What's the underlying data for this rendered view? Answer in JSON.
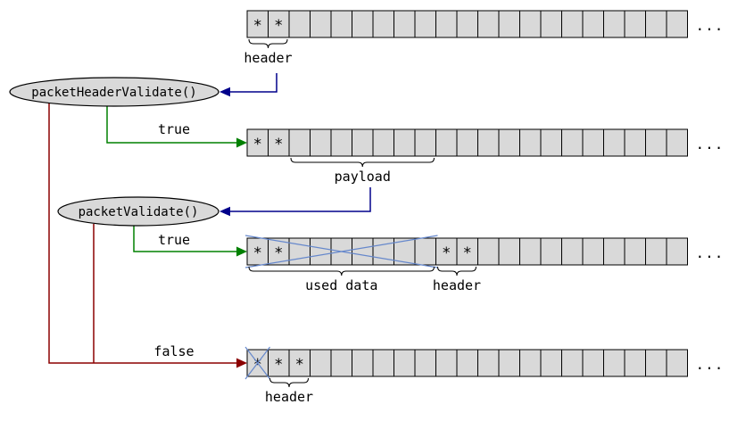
{
  "star_symbol": "*",
  "colors": {
    "background": "#ffffff",
    "cell_fill": "#d9d9d9",
    "cell_border": "#000000",
    "node_fill": "#d9d9d9",
    "node_border": "#000000",
    "true_green": "#008000",
    "false_red": "#8b0000",
    "callout_navy": "#00008b",
    "cross_blue": "#6688cc",
    "text": "#000000"
  },
  "nodes": {
    "packet_header_validate": {
      "label": "packetHeaderValidate()"
    },
    "packet_validate": {
      "label": "packetValidate()"
    }
  },
  "edges": {
    "header_validate_true": {
      "label": "true"
    },
    "packet_validate_true": {
      "label": "true"
    },
    "validate_false": {
      "label": "false"
    }
  },
  "rows": [
    {
      "id": "buffer-row-1",
      "cell_count": 21,
      "star_cells": [
        0,
        1
      ],
      "ellipsis": "...",
      "braces": [
        {
          "from": 0,
          "to": 1,
          "label": "header"
        }
      ],
      "crosses": []
    },
    {
      "id": "buffer-row-2",
      "cell_count": 21,
      "star_cells": [
        0,
        1
      ],
      "ellipsis": "...",
      "braces": [
        {
          "from": 2,
          "to": 8,
          "label": "payload"
        }
      ],
      "crosses": []
    },
    {
      "id": "buffer-row-3",
      "cell_count": 21,
      "star_cells": [
        0,
        1,
        9,
        10
      ],
      "ellipsis": "...",
      "braces": [
        {
          "from": 0,
          "to": 8,
          "label": "used data"
        },
        {
          "from": 9,
          "to": 10,
          "label": "header"
        }
      ],
      "crosses": [
        {
          "from": 0,
          "to": 8
        }
      ]
    },
    {
      "id": "buffer-row-4",
      "cell_count": 21,
      "star_cells": [
        0,
        1,
        2
      ],
      "ellipsis": "...",
      "braces": [
        {
          "from": 1,
          "to": 2,
          "label": "header"
        }
      ],
      "crosses": [
        {
          "from": 0,
          "to": 0
        }
      ]
    }
  ]
}
